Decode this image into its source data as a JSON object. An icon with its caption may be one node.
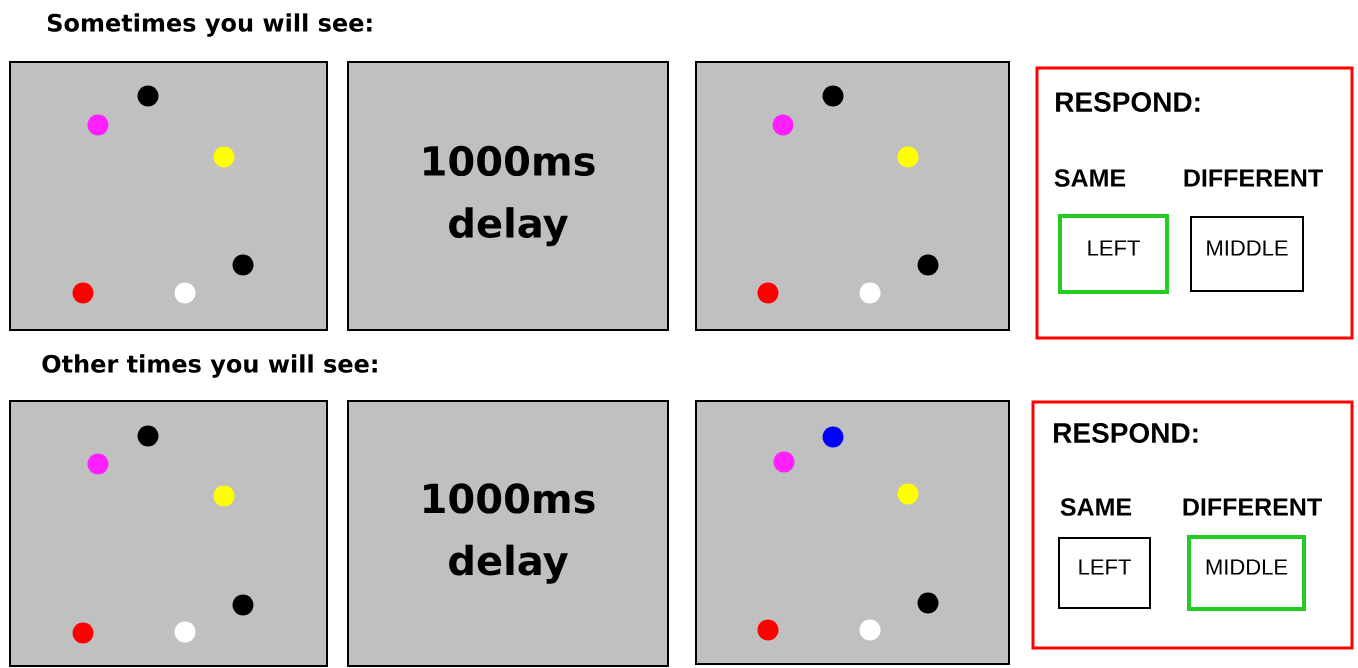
{
  "diagram": {
    "nodes": [
      {
        "text": [],
        "shape": "box"
      },
      {
        "text": [
          "1000ms delay"
        ]
      },
      {
        "text": [],
        "shape": "box"
      },
      {
        "text": [
          "RESPOND:",
          "SAME",
          "DIFFERENT"
        ]
      },
      {
        "text": [
          "LEFT"
        ],
        "in": 3
      },
      {
        "text": [
          "MIDDLE"
        ],
        "in": 3
      },
      {
        "text": [],
        "shape": "box"
      },
      {
        "text": [
          "1000ms delay"
        ]
      },
      {
        "text": [],
        "shape": "box"
      },
      {
        "text": [
          "RESPOND:",
          "SAME",
          "DIFFERENT"
        ]
      },
      {
        "text": [
          "LEFT"
        ],
        "in": 9
      },
      {
        "text": [
          "MIDDLE"
        ],
        "in": 9
      }
    ],
    "labels": [
      "Sometimes you will see:",
      "Other times you will see:"
    ]
  }
}
